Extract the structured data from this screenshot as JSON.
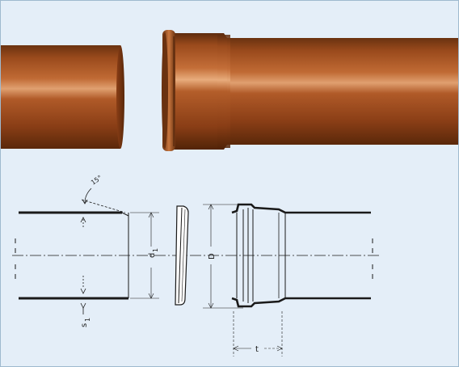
{
  "photo": {
    "pipe_color": "#9a4a1c",
    "highlight_color": "#d99464",
    "shadow_color": "#5c2a0c",
    "background_color": "#e4eef8"
  },
  "drawing": {
    "angle_label": "15°",
    "d1_label": "d",
    "d1_subscript": "1",
    "D_label": "D",
    "s1_label": "s",
    "s1_subscript": "1",
    "t_label": "t",
    "line_color": "#1a1a1a"
  }
}
